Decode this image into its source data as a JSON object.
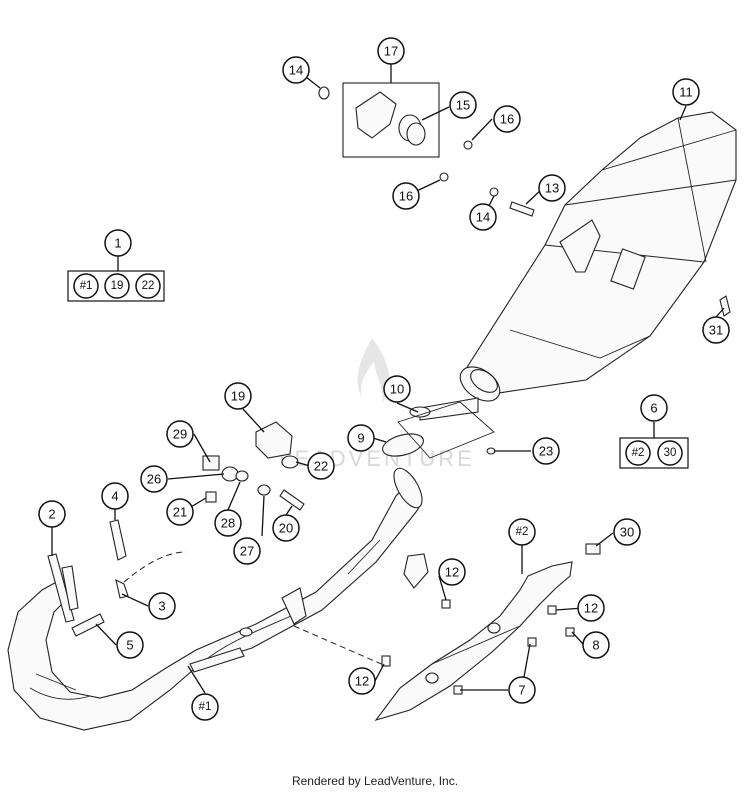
{
  "callouts": {
    "c1": "1",
    "c2": "2",
    "c3": "3",
    "c4": "4",
    "c5": "5",
    "c6": "6",
    "c7": "7",
    "c8": "8",
    "c9": "9",
    "c10": "10",
    "c11": "11",
    "c12a": "12",
    "c12b": "12",
    "c12c": "12",
    "c13": "13",
    "c14a": "14",
    "c14b": "14",
    "c15": "15",
    "c16a": "16",
    "c16b": "16",
    "c17": "17",
    "c19": "19",
    "c20": "20",
    "c21": "21",
    "c22": "22",
    "c23": "23",
    "c26": "26",
    "c27": "27",
    "c28": "28",
    "c29": "29",
    "c30": "30",
    "c31": "31",
    "ref1": "#1",
    "ref2": "#2"
  },
  "kit1": {
    "items": [
      "#1",
      "19",
      "22"
    ]
  },
  "kit6": {
    "items": [
      "#2",
      "30"
    ]
  },
  "watermark": "LEADVENTURE",
  "footer": "Rendered by LeadVenture, Inc."
}
